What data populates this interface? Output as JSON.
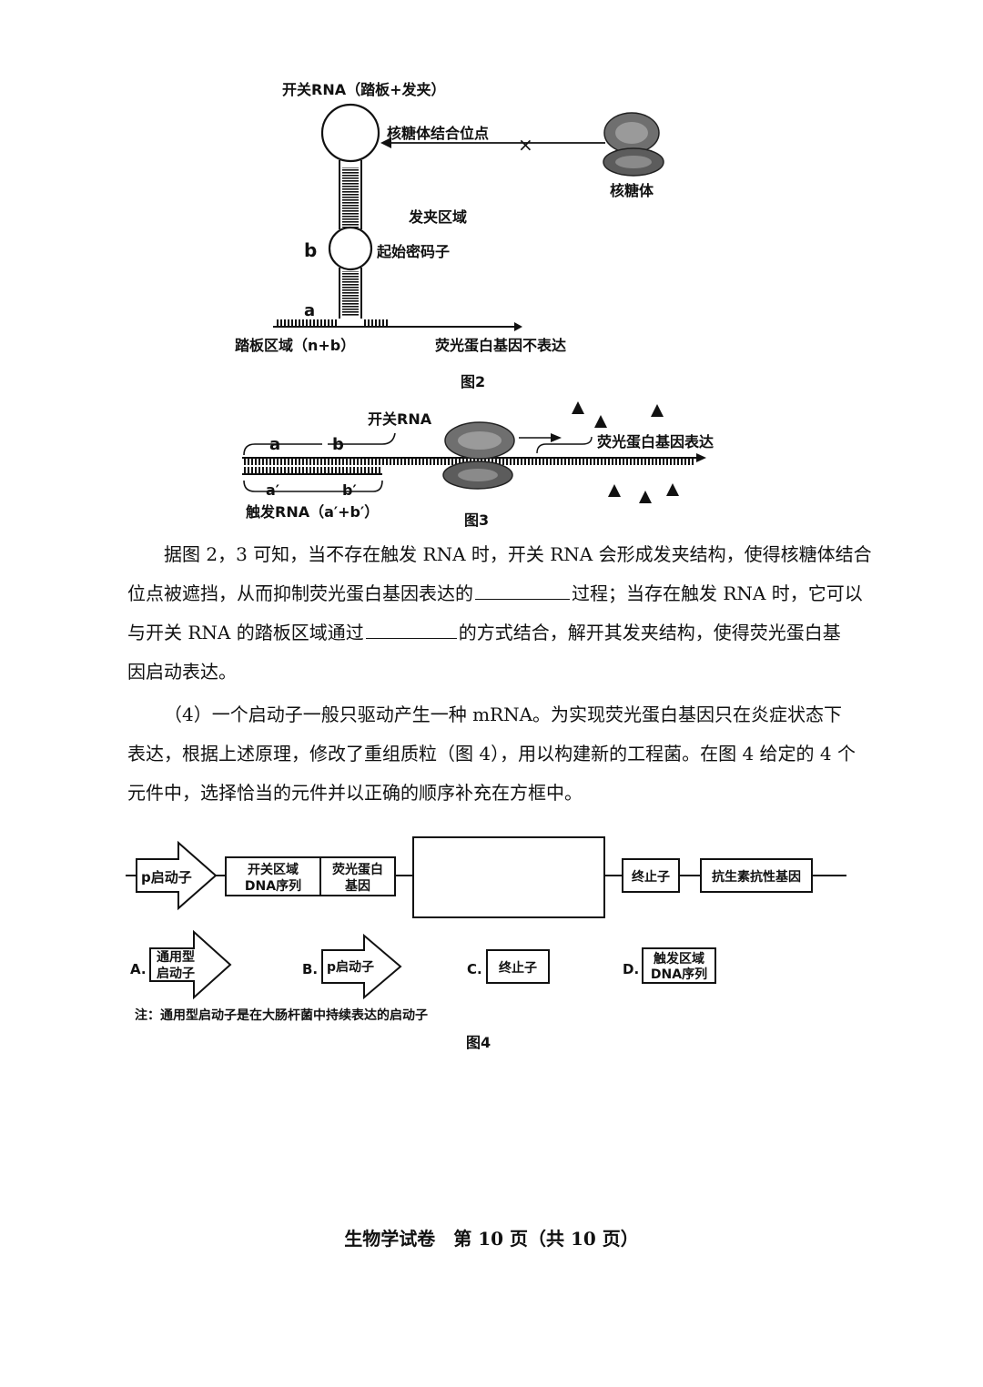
{
  "figure2": {
    "switch_rna_label": "开关RNA（踏板+发夹）",
    "rbs_label": "核糖体结合位点",
    "ribosome_label": "核糖体",
    "hairpin_label": "发夹区域",
    "b_label": "b",
    "start_codon_label": "起始密码子",
    "a_label": "a",
    "toehold_label": "踏板区域（n+b）",
    "not_expressed_label": "荧光蛋白基因不表达",
    "caption": "图2"
  },
  "figure3": {
    "switch_rna_label": "开关RNA",
    "a_label": "a",
    "b_label": "b",
    "a_prime_label": "a′",
    "b_prime_label": "b′",
    "trigger_label": "触发RNA（a′+b′）",
    "expressed_label": "荧光蛋白基因表达",
    "caption": "图3"
  },
  "paragraph1": {
    "line1": "据图 2，3 可知，当不存在触发 RNA 时，开关 RNA 会形成发夹结构，使得核糖体结合",
    "line2_before": "位点被遮挡，从而抑制荧光蛋白基因表达的",
    "line2_after": "过程；当存在触发 RNA 时，它可以",
    "line3_before": "与开关 RNA 的踏板区域通过",
    "line3_after": "的方式结合，解开其发夹结构，使得荧光蛋白基",
    "line4": "因启动表达。"
  },
  "paragraph2": {
    "line1": "（4）一个启动子一般只驱动产生一种 mRNA。为实现荧光蛋白基因只在炎症状态下",
    "line2": "表达，根据上述原理，修改了重组质粒（图 4），用以构建新的工程菌。在图 4 给定的 4 个",
    "line3": "元件中，选择恰当的元件并以正确的顺序补充在方框中。"
  },
  "figure4": {
    "p_promoter": "p启动子",
    "switch_dna_line1": "开关区域",
    "switch_dna_line2": "DNA序列",
    "fluor_line1": "荧光蛋白",
    "fluor_line2": "基因",
    "terminator": "终止子",
    "antibiotic": "抗生素抗性基因",
    "option_a_letter": "A.",
    "option_a_line1": "通用型",
    "option_a_line2": "启动子",
    "option_b_letter": "B.",
    "option_b_text": "p启动子",
    "option_c_letter": "C.",
    "option_c_text": "终止子",
    "option_d_letter": "D.",
    "option_d_line1": "触发区域",
    "option_d_line2": "DNA序列",
    "note": "注：通用型启动子是在大肠杆菌中持续表达的启动子",
    "caption": "图4"
  },
  "footer": {
    "text": "生物学试卷　第 10 页（共 10 页）"
  }
}
